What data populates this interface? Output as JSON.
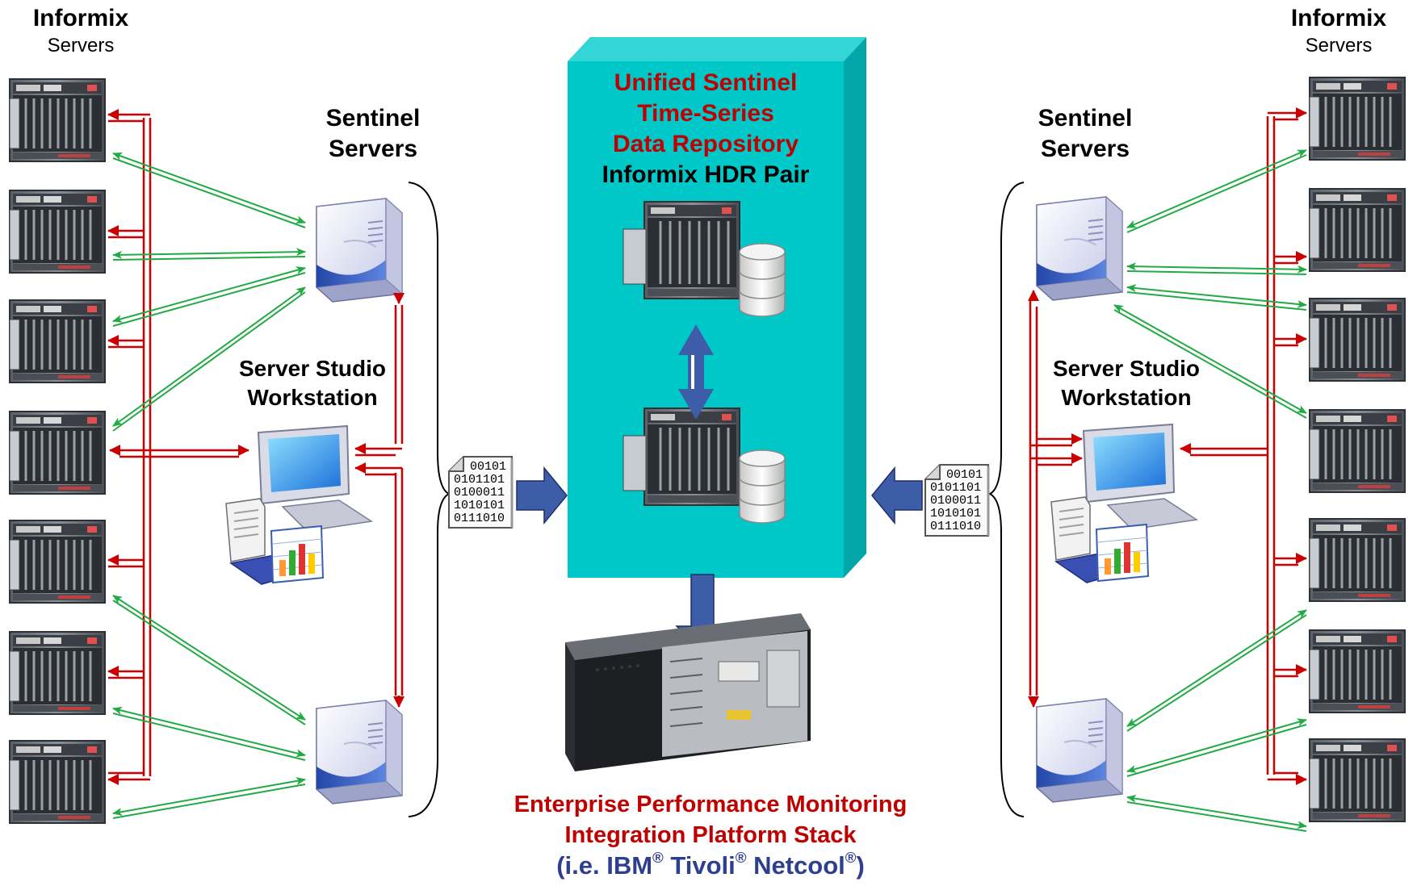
{
  "labels": {
    "informix_left": "Informix",
    "servers_left": "Servers",
    "informix_right": "Informix",
    "servers_right": "Servers",
    "sentinel_left_1": "Sentinel",
    "sentinel_left_2": "Servers",
    "sentinel_right_1": "Sentinel",
    "sentinel_right_2": "Servers",
    "studio_left_1": "Server Studio",
    "studio_left_2": "Workstation",
    "studio_right_1": "Server Studio",
    "studio_right_2": "Workstation",
    "repo_1": "Unified Sentinel",
    "repo_2": "Time-Series",
    "repo_3": "Data Repository",
    "repo_4": "Informix HDR Pair",
    "epm_1": "Enterprise Performance Monitoring",
    "epm_2": "Integration Platform Stack",
    "ibm_prefix": "(i.e. IBM",
    "tivoli": " Tivoli",
    "netcool": " Netcool",
    "reg": "®",
    "close_paren": ")"
  },
  "binary_doc": {
    "lines": [
      "00101",
      "0101101",
      "0100011",
      "1010101",
      "0111010"
    ]
  },
  "colors": {
    "repo_teal": "#00c8c8",
    "repo_side": "#00a6a8",
    "title_red": "#c00000",
    "navy_text": "#2e3f8f",
    "arrow_blue": "#3e5da8",
    "link_green": "#22aa44",
    "link_red": "#cc0000"
  },
  "icons": {
    "informix_server": "rack-server-icon",
    "sentinel_server": "tower-server-icon",
    "workstation": "monitor-workstation-icon",
    "database": "database-cylinder-icon",
    "binary_document": "binary-document-icon",
    "epm_server": "rack-mount-server-icon"
  },
  "counts": {
    "informix_servers_per_side": 7
  }
}
